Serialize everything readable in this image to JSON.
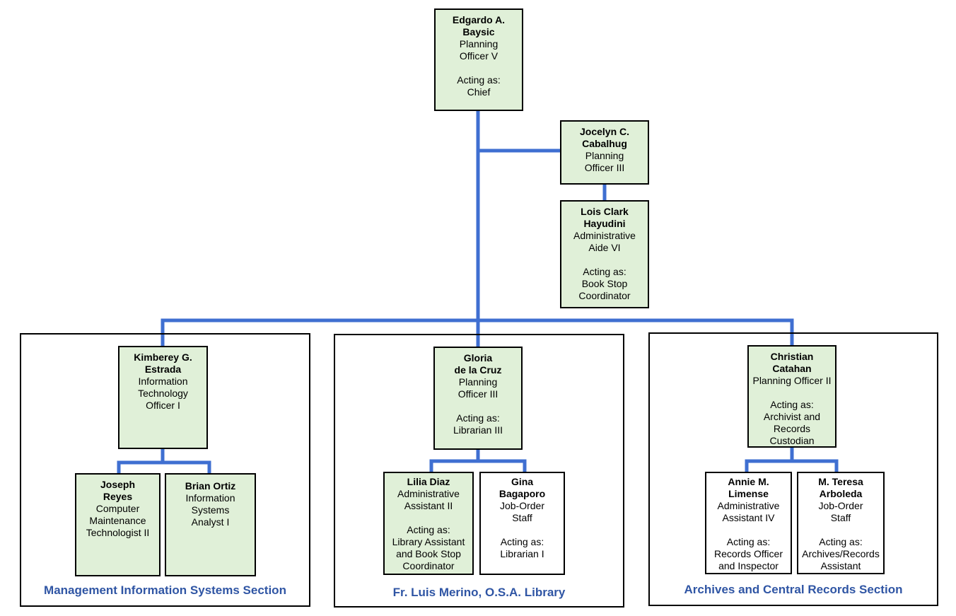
{
  "colors": {
    "connector": "#3f6fd1",
    "box_fill": "#e0f0d8",
    "section_title": "#2f55a4"
  },
  "nodes": {
    "chief": {
      "name": "Edgardo A.\nBaysic",
      "role": "Planning\nOfficer V",
      "acting_label": "Acting as:",
      "acting": "Chief"
    },
    "planning3": {
      "name": "Jocelyn C.\nCabalhug",
      "role": "Planning\nOfficer III"
    },
    "aide": {
      "name": "Lois Clark\nHayudini",
      "role": "Administrative\nAide VI",
      "acting_label": "Acting as:",
      "acting": "Book Stop\nCoordinator"
    },
    "mis_head": {
      "name": "Kimberey G.\nEstrada",
      "role": "Information\nTechnology\nOfficer I"
    },
    "mis_a": {
      "name": "Joseph\nReyes",
      "role": "Computer\nMaintenance\nTechnologist II"
    },
    "mis_b": {
      "name": "Brian Ortiz",
      "role": "Information\nSystems\nAnalyst I"
    },
    "lib_head": {
      "name": "Gloria\nde la Cruz",
      "role": "Planning\nOfficer III",
      "acting_label": "Acting as:",
      "acting": "Librarian III"
    },
    "lib_a": {
      "name": "Lilia Diaz",
      "role": "Administrative\nAssistant II",
      "acting_label": "Acting as:",
      "acting": "Library Assistant\nand Book Stop\nCoordinator"
    },
    "lib_b": {
      "name": "Gina\nBagaporo",
      "role": "Job-Order\nStaff",
      "acting_label": "Acting as:",
      "acting": "Librarian I"
    },
    "arc_head": {
      "name": "Christian\nCatahan",
      "role": "Planning Officer II",
      "acting_label": "Acting as:",
      "acting": "Archivist and\nRecords\nCustodian"
    },
    "arc_a": {
      "name": "Annie M.\nLimense",
      "role": "Administrative\nAssistant IV",
      "acting_label": "Acting as:",
      "acting": "Records Officer\nand Inspector"
    },
    "arc_b": {
      "name": "M. Teresa\nArboleda",
      "role": "Job-Order\nStaff",
      "acting_label": "Acting as:",
      "acting": "Archives/Records\nAssistant"
    }
  },
  "sections": {
    "mis": "Management Information Systems Section",
    "library": "Fr. Luis Merino, O.S.A. Library",
    "archives": "Archives and Central Records Section"
  }
}
